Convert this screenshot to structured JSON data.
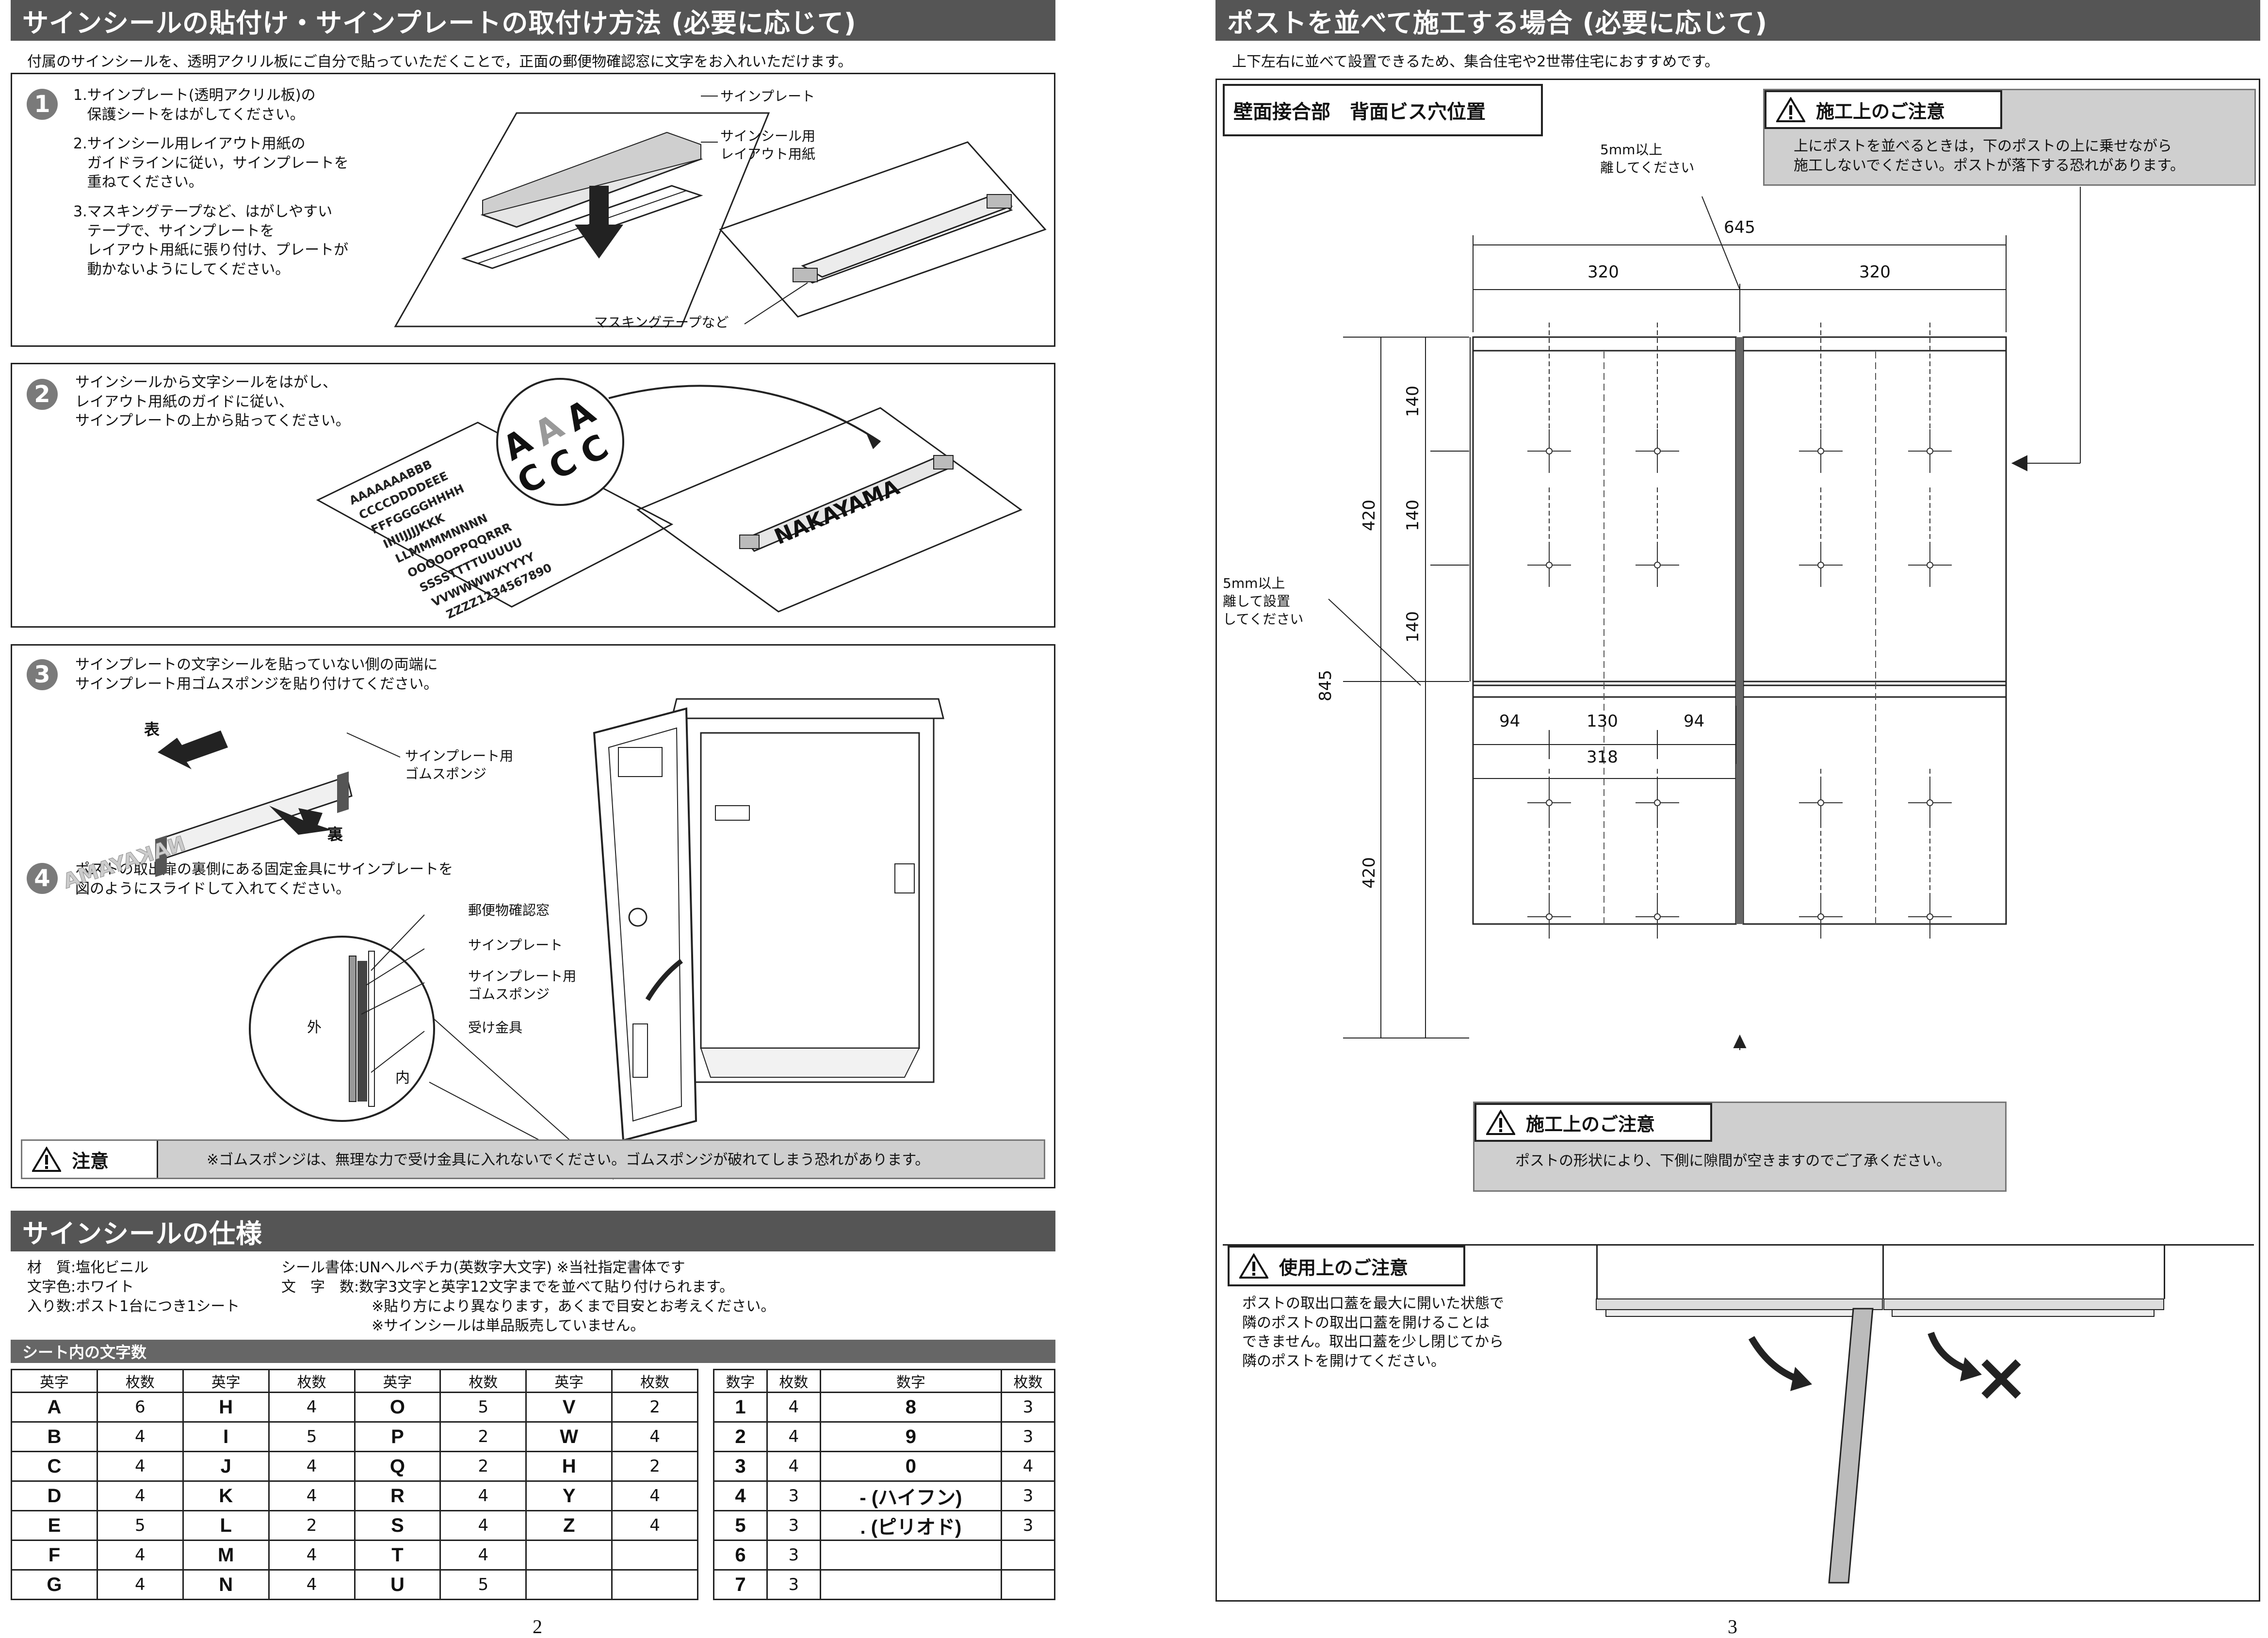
{
  "left": {
    "header_title": "サインシールの貼付け・サインプレートの取付け方法 (必要に応じて)",
    "intro": "付属のサインシールを、透明アクリル板にご自分で貼っていただくことで，正面の郵便物確認窓に文字をお入れいただけます。",
    "step1": {
      "num": "1",
      "text1": "1.サインプレート(透明アクリル板)の\n   保護シートをはがしてください。",
      "text2": "2.サインシール用レイアウト用紙の\n   ガイドラインに従い，サインプレートを\n   重ねてください。",
      "text3": "3.マスキングテープなど、はがしやすい\n   テープで、サインプレートを\n   レイアウト用紙に張り付け、プレートが\n   動かないようにしてください。",
      "lbl_plate": "サインプレート",
      "lbl_layout": "サインシール用\nレイアウト用紙",
      "lbl_tape": "マスキングテープなど"
    },
    "step2": {
      "num": "2",
      "text": "サインシールから文字シールをはがし、\nレイアウト用紙のガイドに従い、\nサインプレートの上から貼ってください。",
      "plate_name": "NAKAYAMA",
      "zoom_letters": [
        "A",
        "A",
        "A",
        "C",
        "C",
        "C"
      ]
    },
    "step3": {
      "num": "3",
      "text": "サインプレートの文字シールを貼っていない側の両端に\nサインプレート用ゴムスポンジを貼り付けてください。",
      "lbl_front": "表",
      "lbl_back": "裏",
      "lbl_sponge": "サインプレート用\nゴムスポンジ",
      "plate_mirror": "NAKAYAMA"
    },
    "step4": {
      "num": "4",
      "text": "ポストの取出扉の裏側にある固定金具にサインプレートを\n図のようにスライドして入れてください。",
      "lbl_window": "郵便物確認窓",
      "lbl_plate": "サインプレート",
      "lbl_sponge": "サインプレート用\nゴムスポンジ",
      "lbl_bracket": "受け金具",
      "lbl_out": "外",
      "lbl_in": "内"
    },
    "caution": {
      "title": "注意",
      "text": "※ゴムスポンジは、無理な力で受け金具に入れないでください。ゴムスポンジが破れてしまう恐れがあります。"
    },
    "spec_title": "サインシールの仕様",
    "spec": {
      "l1": "材　質:塩化ビニル",
      "l2": "文字色:ホワイト",
      "l3": "入り数:ポスト1台につき1シート",
      "r1": "シール書体:UNヘルベチカ(英数字大文字) ※当社指定書体です",
      "r2": "文　字　数:数字3文字と英字12文字までを並べて貼り付けられます。",
      "r3": "※貼り方により異なります，あくまで目安とお考えください。",
      "r4": "※サインシールは単品販売していません。"
    },
    "chars_title": "シート内の文字数",
    "alpha_headers": [
      "英字",
      "枚数",
      "英字",
      "枚数",
      "英字",
      "枚数",
      "英字",
      "枚数"
    ],
    "alpha_rows": [
      [
        "A",
        "6",
        "H",
        "4",
        "O",
        "5",
        "V",
        "2"
      ],
      [
        "B",
        "4",
        "I",
        "5",
        "P",
        "2",
        "W",
        "4"
      ],
      [
        "C",
        "4",
        "J",
        "4",
        "Q",
        "2",
        "H",
        "2"
      ],
      [
        "D",
        "4",
        "K",
        "4",
        "R",
        "4",
        "Y",
        "4"
      ],
      [
        "E",
        "5",
        "L",
        "2",
        "S",
        "4",
        "Z",
        "4"
      ],
      [
        "F",
        "4",
        "M",
        "4",
        "T",
        "4",
        "",
        ""
      ],
      [
        "G",
        "4",
        "N",
        "4",
        "U",
        "5",
        "",
        ""
      ]
    ],
    "num_headers": [
      "数字",
      "枚数",
      "数字",
      "枚数"
    ],
    "num_rows": [
      [
        "1",
        "4",
        "8",
        "3"
      ],
      [
        "2",
        "4",
        "9",
        "3"
      ],
      [
        "3",
        "4",
        "0",
        "4"
      ],
      [
        "4",
        "3",
        "- (ハイフン)",
        "3"
      ],
      [
        "5",
        "3",
        ". (ピリオド)",
        "3"
      ],
      [
        "6",
        "3",
        "",
        ""
      ],
      [
        "7",
        "3",
        "",
        ""
      ]
    ],
    "page": "2"
  },
  "right": {
    "header_title": "ポストを並べて施工する場合 (必要に応じて)",
    "intro": "上下左右に並べて設置できるため、集合住宅や2世帯住宅におすすめです。",
    "diagram_title": "壁面接合部　背面ビス穴位置",
    "caution_top": {
      "title": "施工上のご注意",
      "text": "上にポストを並べるときは，下のポストの上に乗せながら\n施工しないでください。ポストが落下する恐れがあります。"
    },
    "dims": {
      "gap_note": "5mm以上\n離してください",
      "total_w": "645",
      "w_left": "320",
      "w_right": "320",
      "h140a": "140",
      "h140b": "140",
      "h140c": "140",
      "h420a": "420",
      "h420b": "420",
      "h845": "845",
      "side_note": "5mm以上\n離して設置\nしてください",
      "d94a": "94",
      "d130": "130",
      "d94b": "94",
      "d318": "318"
    },
    "caution_mid": {
      "title": "施工上のご注意",
      "text": "ポストの形状により、下側に隙間が空きますのでご了承ください。"
    },
    "caution_use": {
      "title": "使用上のご注意",
      "text": "ポストの取出口蓋を最大に開いた状態で\n隣のポストの取出口蓋を開けることは\nできません。取出口蓋を少し閉じてから\n隣のポストを開けてください。"
    },
    "page": "3"
  }
}
